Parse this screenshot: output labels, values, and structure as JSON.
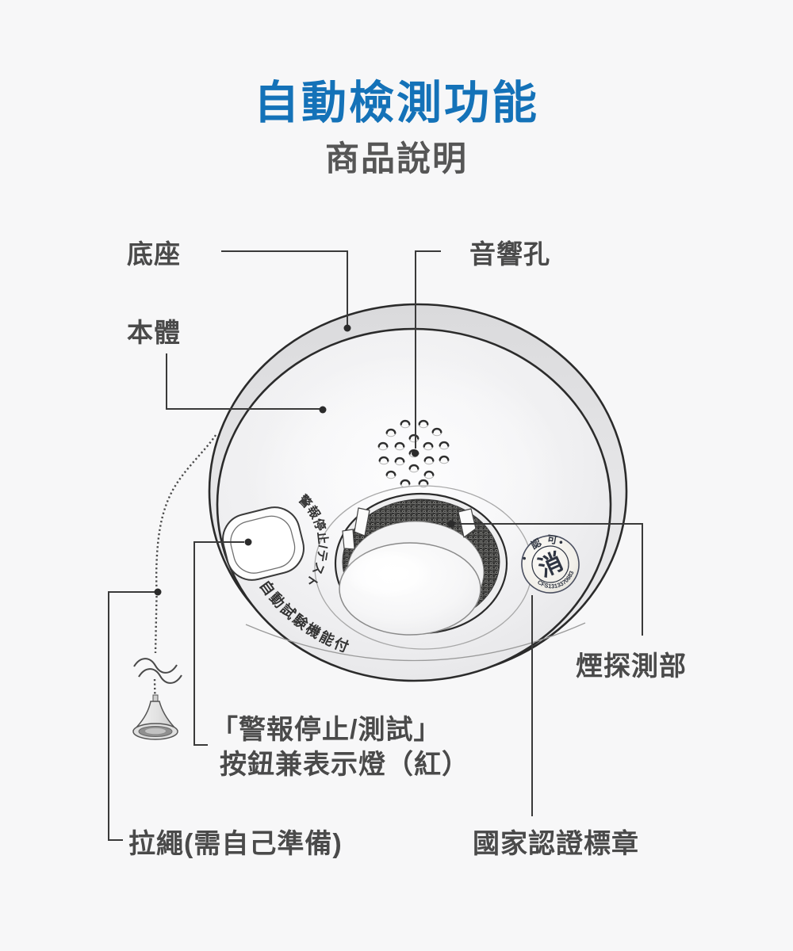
{
  "page": {
    "background": "#f7f7f8"
  },
  "header": {
    "title": "自動檢測功能",
    "subtitle": "商品說明"
  },
  "labels": {
    "base": "底座",
    "body": "本體",
    "sound_hole": "音響孔",
    "smoke_detector": "煙探測部",
    "button_line1": "「警報停止/測試」",
    "button_line2": "按鈕兼表示燈（紅）",
    "pull_cord": "拉繩(需自己準備)",
    "certification": "國家認證標章"
  },
  "device_text": {
    "button_ring": "警報停止/テスト",
    "bottom_ring": "自動試験機能付",
    "seal_center": "消",
    "seal_top": "認可",
    "seal_number": "CFS1313370683"
  },
  "colors": {
    "accent_blue": "#1472b8",
    "label_gray": "#4a4a4a",
    "leader_line": "#3a3a3a",
    "seal_ink": "#2f3542",
    "device_outline": "#2b2b2b"
  }
}
